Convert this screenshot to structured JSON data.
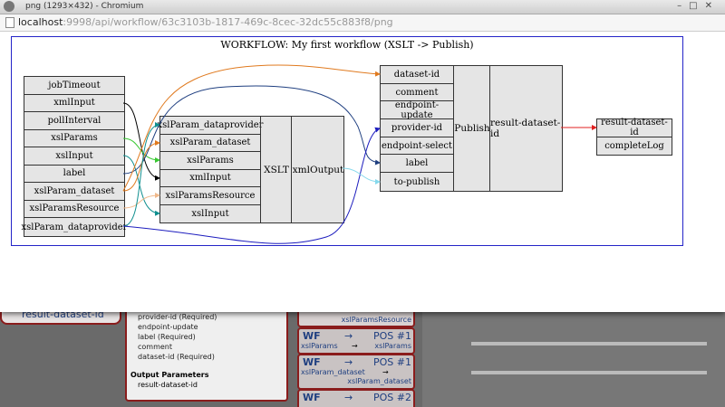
{
  "window": {
    "title": "png (1293×432) - Chromium",
    "url_host": "localhost",
    "url_path": ":9998/api/workflow/63c3103b-1817-469c-8cec-32dc55c883f8/png"
  },
  "graph": {
    "title": "WORKFLOW: My first workflow (XSLT -> Publish)",
    "inputs": [
      "jobTimeout",
      "xmlInput",
      "pollInterval",
      "xslParams",
      "xslInput",
      "label",
      "xslParam_dataset",
      "xslParamsResource",
      "xslParam_dataprovider"
    ],
    "xslt": {
      "ports": [
        "xslParam_dataprovider",
        "xslParam_dataset",
        "xslParams",
        "xmlInput",
        "xslParamsResource",
        "xslInput"
      ],
      "name": "XSLT",
      "output": "xmlOutput"
    },
    "publish": {
      "ports": [
        "dataset-id",
        "comment",
        "endpoint-update",
        "provider-id",
        "endpoint-select",
        "label",
        "to-publish"
      ],
      "name": "Publish",
      "output": "result-dataset-id"
    },
    "outputs": [
      "result-dataset-id",
      "completeLog"
    ]
  },
  "background": {
    "result_label": "result-dataset-id",
    "params": [
      "provider-id (Required)",
      "endpoint-update",
      "label (Required)",
      "comment",
      "dataset-id (Required)"
    ],
    "output_params_heading": "Output Parameters",
    "output_params": [
      "result-dataset-id"
    ],
    "wf_rows": [
      {
        "a": "WF",
        "arrow": "→",
        "b": "POS #1",
        "c": "xslParams",
        "d": "→",
        "e": "xslParams"
      },
      {
        "a": "WF",
        "arrow": "→",
        "b": "POS #1",
        "c": "xslParam_dataset",
        "d": "→",
        "e": "xslParam_dataset"
      },
      {
        "a": "WF",
        "arrow": "→",
        "b": "POS #2",
        "c": "",
        "d": "",
        "e": ""
      }
    ],
    "xsl_params_resource": "xslParamsResource"
  },
  "colors": {
    "frame": "#2424c8",
    "orange": "#e07a1f",
    "darkblue": "#1f3f80",
    "teal": "#0f8f8f",
    "green": "#39c832",
    "peach": "#f0b98c",
    "lightblue": "#86d9ec",
    "navy": "#1d1dbe",
    "red": "#e02020",
    "darkred": "#8a1c1c"
  }
}
